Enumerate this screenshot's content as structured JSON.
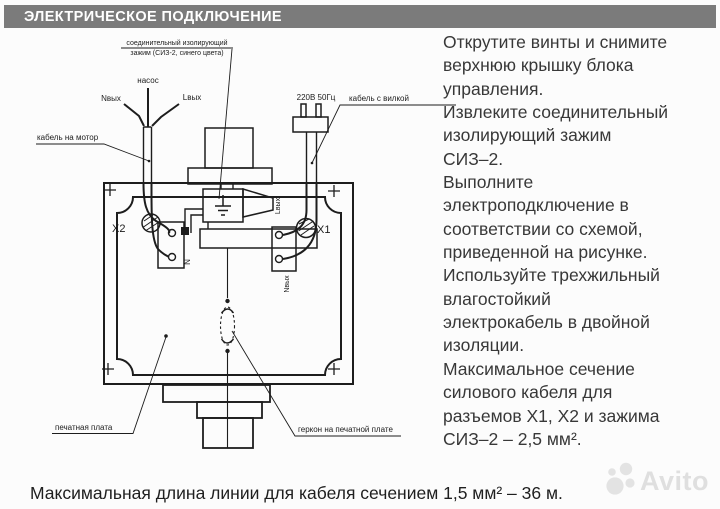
{
  "header": {
    "title": "ЭЛЕКТРИЧЕСКОЕ ПОДКЛЮЧЕНИЕ"
  },
  "diagram": {
    "labels": {
      "siz_line1": "соединительный изолирующий",
      "siz_line2": "зажим (СИЗ-2, синего цвета)",
      "pump": "насос",
      "n_out_wire": "Nвых",
      "l_out_wire": "Lвых",
      "motor_cable": "кабель на мотор",
      "power_rating": "220В 50Гц",
      "plug_cable": "кабель с вилкой",
      "terminal_x2": "X2",
      "terminal_x1": "X1",
      "neutral": "N",
      "l_out_board": "Lвых",
      "n_out_board": "Nвых",
      "pcb": "печатная плата",
      "reed_switch": "геркон на печатной плате"
    }
  },
  "instructions": {
    "lines": [
      "Открутите винты и снимите",
      "верхнюю крышку блока",
      "управления.",
      "Извлеките соединительный",
      "изолирующий зажим",
      "СИЗ–2.",
      "Выполните",
      "электроподключение в",
      "соответствии со схемой,",
      "приведенной на рисунке.",
      "Используйте трехжильный",
      "влагостойкий",
      "электрокабель в двойной",
      "изоляции.",
      "Максимальное сечение",
      "силового кабеля для",
      "разъемов X1, X2 и зажима",
      "СИЗ–2 – 2,5 мм²."
    ]
  },
  "footer": {
    "text": "Максимальная длина линии для кабеля сечением 1,5 мм² – 36 м."
  },
  "watermark": {
    "text": "Avito"
  },
  "colors": {
    "header_bg": "#7b7b7b",
    "line": "#1d1d1d",
    "body_text": "#383838"
  }
}
